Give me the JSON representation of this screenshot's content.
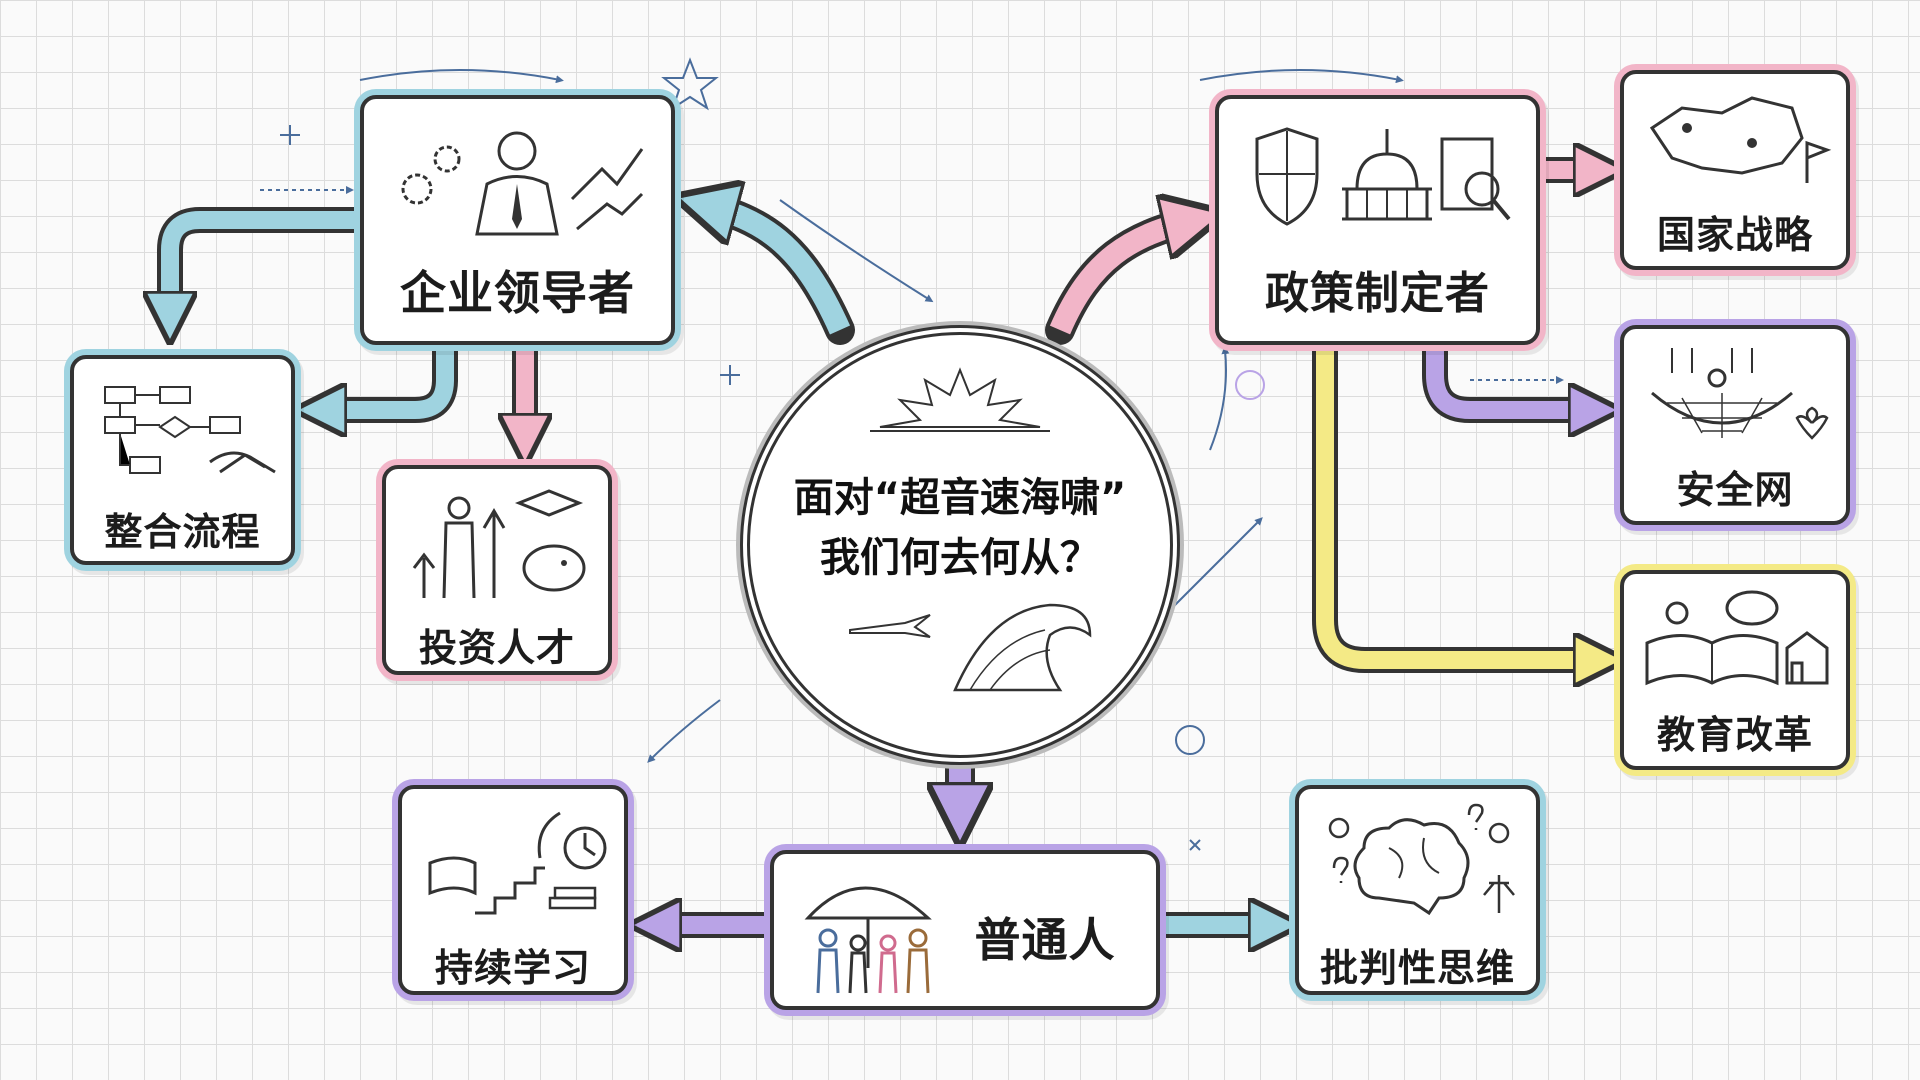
{
  "center": {
    "line1": "面对“超音速海啸”",
    "line2": "我们何去何从？"
  },
  "nodes": {
    "enterprise_leaders": "企业领导者",
    "integrate_processes": "整合流程",
    "invest_talent": "投资人才",
    "policy_makers": "政策制定者",
    "national_strategy": "国家战略",
    "safety_net": "安全网",
    "education_reform": "教育改革",
    "ordinary_people": "普通人",
    "continuous_learning": "持续学习",
    "critical_thinking": "批判性思维"
  },
  "colors": {
    "blue": "#9fd3e0",
    "pink": "#f2b5c8",
    "purple": "#b9a3e6",
    "yellow": "#f4ea86",
    "ink": "#333333",
    "sketch_blue": "#4a6d9c"
  }
}
